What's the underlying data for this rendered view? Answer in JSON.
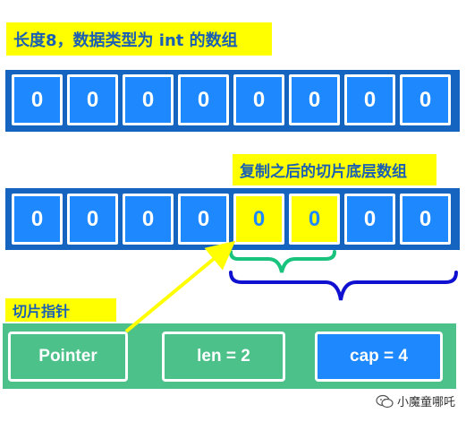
{
  "labels": {
    "top": "长度8，数据类型为 int 的数组",
    "copy": "复制之后的切片底层数组",
    "pointer": "切片指针"
  },
  "array_top": {
    "cells": [
      "0",
      "0",
      "0",
      "0",
      "0",
      "0",
      "0",
      "0"
    ]
  },
  "array_copy": {
    "cells": [
      "0",
      "0",
      "0",
      "0",
      "0",
      "0",
      "0",
      "0"
    ],
    "highlighted": [
      4,
      5
    ]
  },
  "slice_struct": {
    "fields": [
      "Pointer",
      "len = 2",
      "cap = 4"
    ]
  },
  "watermark": {
    "text": "小魔童哪吒",
    "icon": "wechat-icon"
  },
  "colors": {
    "array_bar": "#1565c0",
    "cell": "#1e88ff",
    "highlight": "#ffff00",
    "struct_bar": "#4cc18a",
    "len_brace": "#19c37d",
    "cap_brace": "#1010d0",
    "arrow": "#ffff00"
  }
}
